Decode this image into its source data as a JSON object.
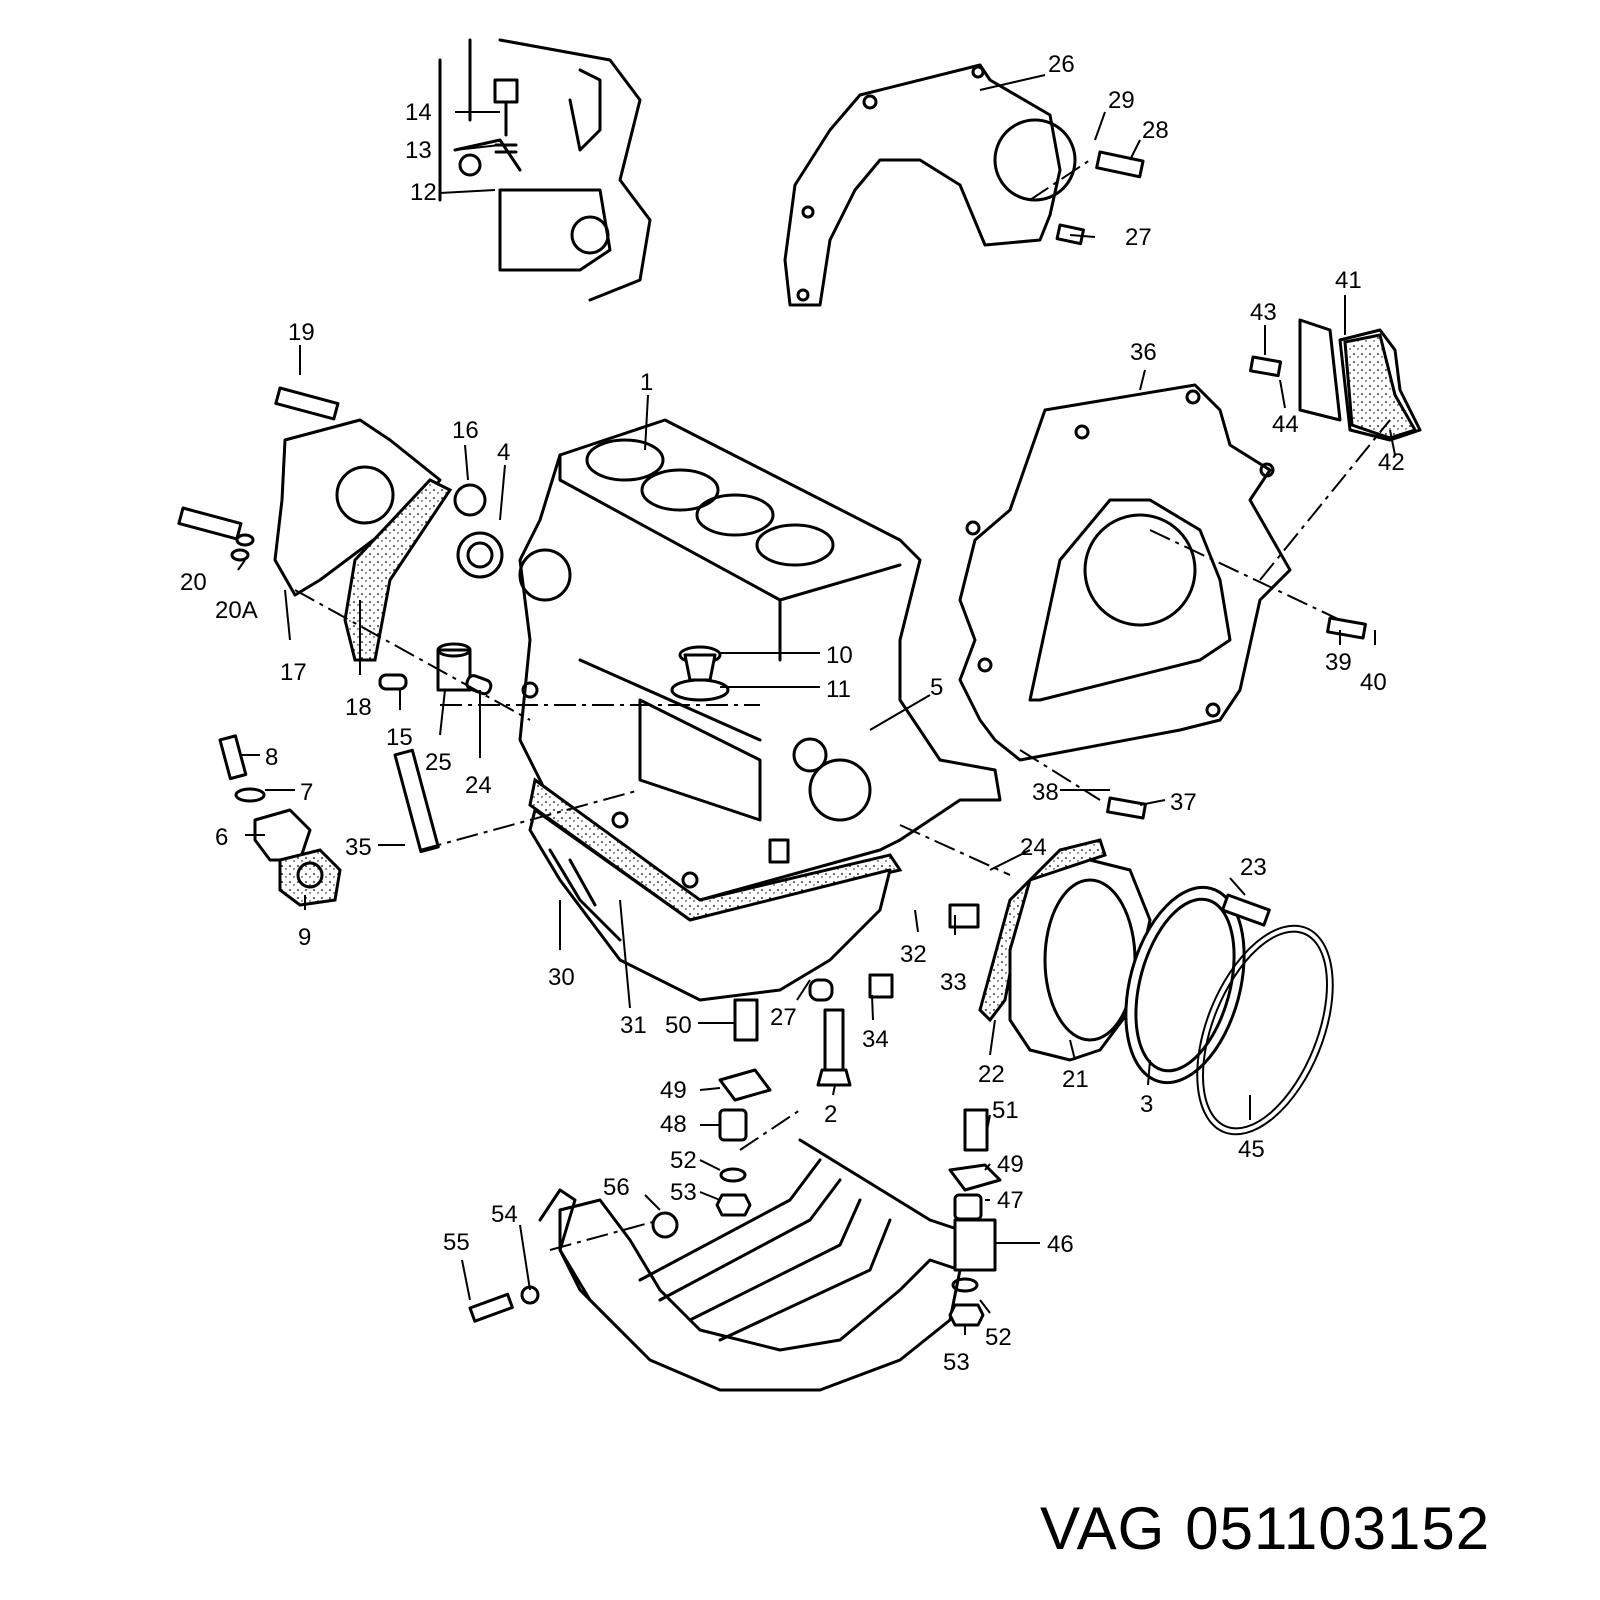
{
  "part_number": {
    "brand": "VAG",
    "code": "051103152"
  },
  "callouts": [
    "14",
    "13",
    "12",
    "26",
    "29",
    "28",
    "27",
    "19",
    "16",
    "4",
    "1",
    "36",
    "43",
    "41",
    "44",
    "42",
    "20",
    "20A",
    "17",
    "18",
    "15",
    "25",
    "24",
    "10",
    "11",
    "5",
    "39",
    "40",
    "8",
    "7",
    "6",
    "9",
    "35",
    "38",
    "37",
    "24",
    "23",
    "32",
    "33",
    "30",
    "31",
    "27",
    "34",
    "50",
    "49",
    "48",
    "52",
    "53",
    "56",
    "2",
    "51",
    "49",
    "47",
    "22",
    "21",
    "3",
    "45",
    "54",
    "55",
    "46",
    "52",
    "53"
  ]
}
